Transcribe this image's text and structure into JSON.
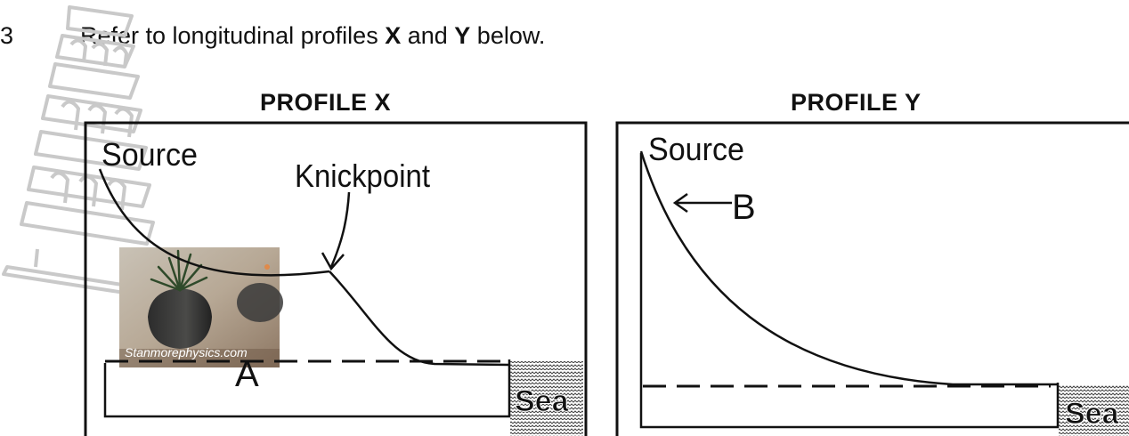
{
  "question": {
    "number": "3",
    "text_parts": [
      "Refer to longitudinal profiles ",
      "X",
      " and ",
      "Y",
      " below."
    ]
  },
  "profile_x": {
    "title": "PROFILE X",
    "label_source": "Source",
    "label_knickpoint": "Knickpoint",
    "label_a": "A",
    "label_sea": "Sea"
  },
  "profile_y": {
    "title": "PROFILE Y",
    "label_source": "Source",
    "label_b": "B",
    "label_sea": "Sea"
  },
  "watermark": {
    "text": "Stanmorephysics.com"
  },
  "colors": {
    "ink": "#111111",
    "watermark_outline": "#c9c9c9",
    "sea_hatch": "#333333"
  }
}
